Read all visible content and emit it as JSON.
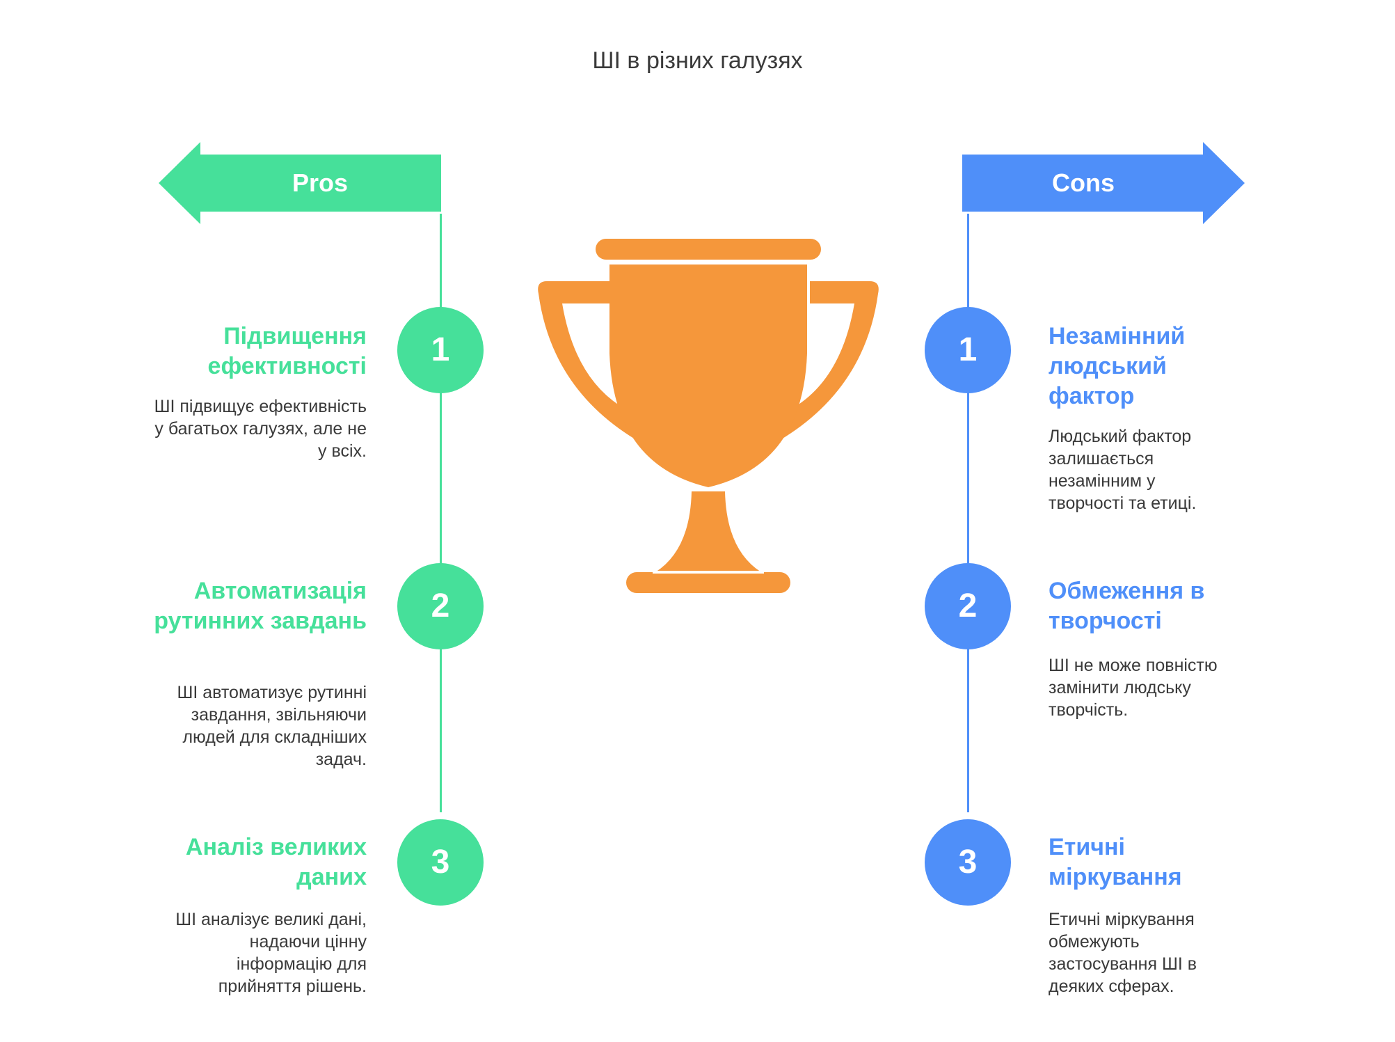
{
  "title": "ШІ в різних галузях",
  "colors": {
    "pros": "#46e09a",
    "cons": "#4f8ff9",
    "trophy": "#f5973b"
  },
  "center_icon": "trophy-icon",
  "pros": {
    "label": "Pros",
    "items": [
      {
        "number": "1",
        "title": "Підвищення ефективності",
        "description": "ШІ підвищує ефективність у багатьох галузях, але не у всіх."
      },
      {
        "number": "2",
        "title": "Автоматизація рутинних завдань",
        "description": "ШІ автоматизує рутинні завдання, звільняючи людей для складніших задач."
      },
      {
        "number": "3",
        "title": "Аналіз великих даних",
        "description": "ШІ аналізує великі дані, надаючи цінну інформацію для прийняття рішень."
      }
    ]
  },
  "cons": {
    "label": "Cons",
    "items": [
      {
        "number": "1",
        "title": "Незамінний людський фактор",
        "description": "Людський фактор залишається незамінним у творчості та етиці."
      },
      {
        "number": "2",
        "title": "Обмеження в творчості",
        "description": "ШІ не може повністю замінити людську творчість."
      },
      {
        "number": "3",
        "title": "Етичні міркування",
        "description": "Етичні міркування обмежують застосування ШІ в деяких сферах."
      }
    ]
  }
}
